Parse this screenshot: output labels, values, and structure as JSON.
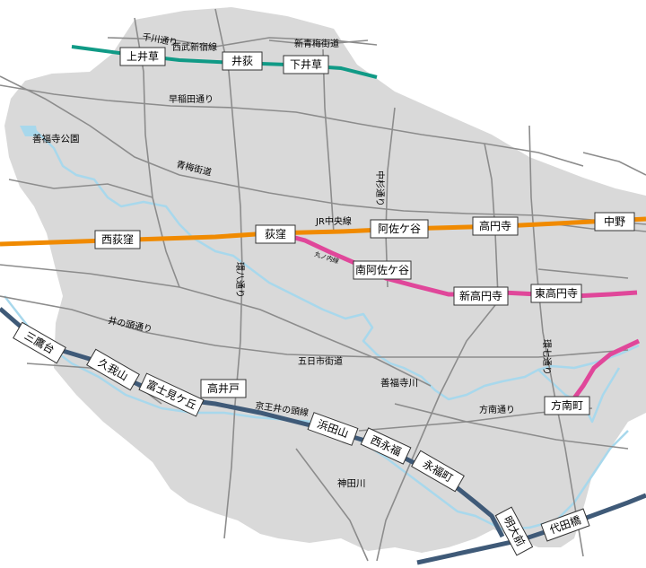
{
  "stations": {
    "kamiigusa": "上井草",
    "iogi": "井荻",
    "shimoigusa": "下井草",
    "nishiogikubo": "西荻窪",
    "ogikubo": "荻窪",
    "asagaya": "阿佐ケ谷",
    "koenji": "高円寺",
    "nakano": "中野",
    "minami_asagaya": "南阿佐ケ谷",
    "shin_koenji": "新高円寺",
    "higashi_koenji": "東高円寺",
    "mitakadai": "三鷹台",
    "kugayama": "久我山",
    "fujimigaoka": "富士見ケ丘",
    "takaido": "高井戸",
    "hamadayama": "浜田山",
    "nishieifuku": "西永福",
    "eifukucho": "永福町",
    "meidaimae": "明大前",
    "yoyogi_uehara": "代田橋",
    "honancho": "方南町"
  },
  "roads": {
    "senkawa": "千川通り",
    "seibu_shinjuku": "西武新宿線",
    "shin_ome": "新青梅街道",
    "waseda": "早稲田通り",
    "ome": "青梅街道",
    "nakasugi": "中杉通り",
    "jr_chuo": "JR中央線",
    "marunouchi": "丸ノ内線",
    "kanpachi": "環八通り",
    "inokashira_dori": "井の頭通り",
    "itsukaichi": "五日市街道",
    "kanana": "環七通り",
    "honan_dori": "方南通り",
    "keio_inokashira": "京王井の頭線"
  },
  "rivers": {
    "zenpukuji_park": "善福寺公園",
    "zenpukuji_river": "善福寺川",
    "kanda_river": "神田川"
  },
  "colors": {
    "land": "#d9d9d9",
    "road": "#8c8c8c",
    "river": "#a8d8ec",
    "jr_chuo": "#f08a00",
    "seibu": "#109a86",
    "marunouchi": "#e0479a",
    "keio": "#3f5a78"
  }
}
